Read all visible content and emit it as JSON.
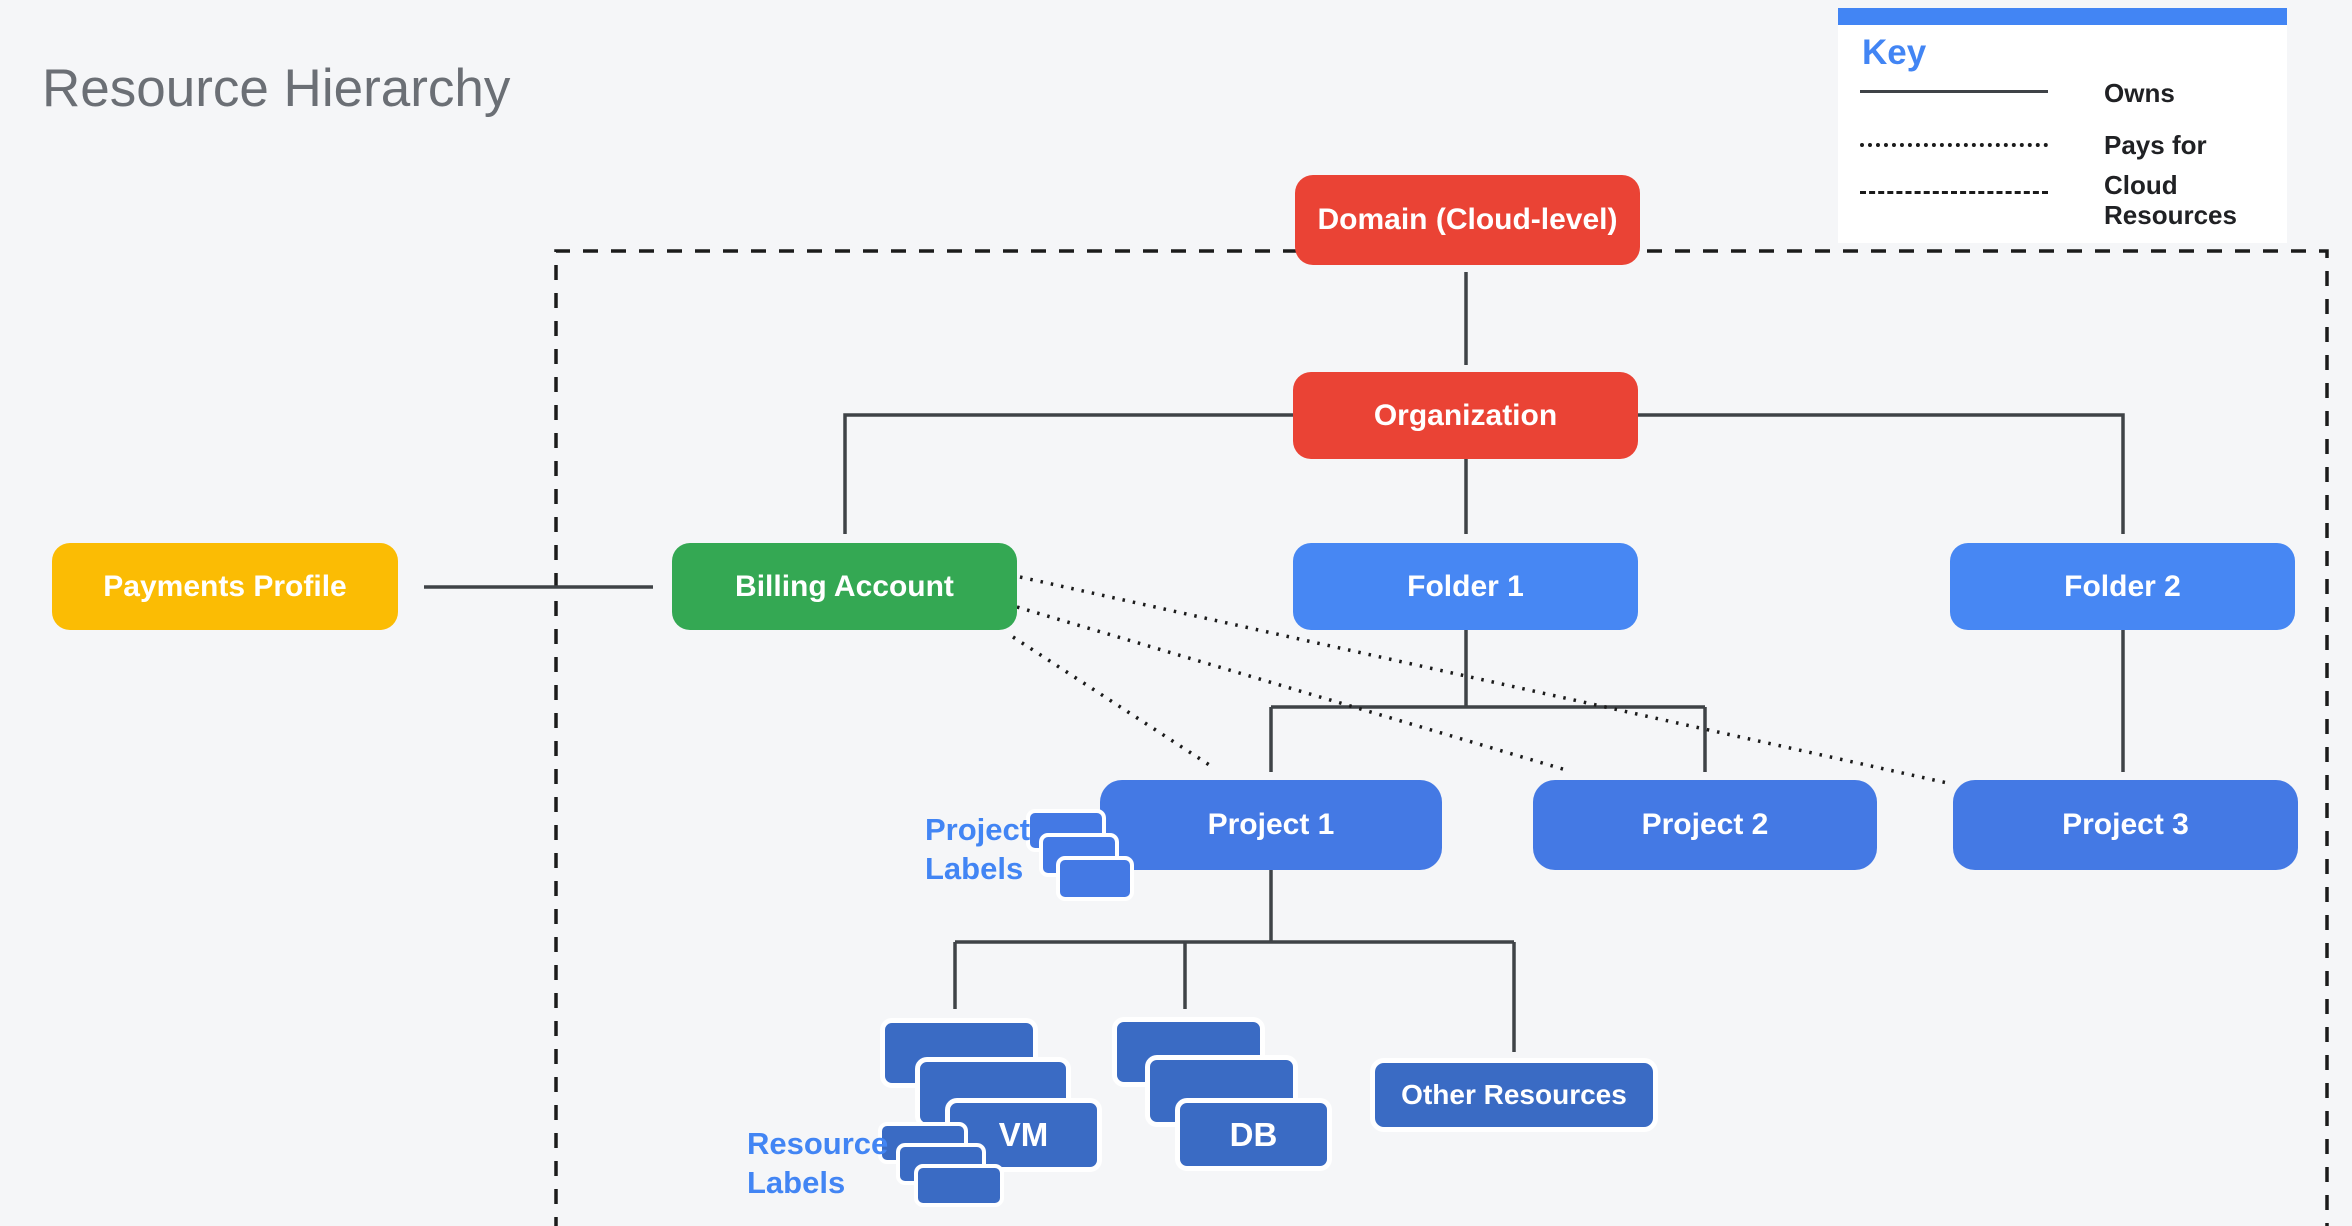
{
  "title": "Resource Hierarchy",
  "colors": {
    "bg": "#F5F6F8",
    "red": "#EA4335",
    "green": "#34A853",
    "yellow": "#FBBC04",
    "folder_blue": "#4787F3",
    "project_blue": "#4479E4",
    "resource_blue": "#3A6BC4",
    "label_blue": "#4285F4",
    "line_gray": "#3F4347",
    "line_black": "#1B1B1B",
    "title_gray": "#6B6F75",
    "legend_text": "#202124",
    "key_bar": "#4285F4"
  },
  "key": {
    "title": "Key",
    "items": [
      {
        "style": "solid",
        "label": "Owns"
      },
      {
        "style": "dotted",
        "label": "Pays for"
      },
      {
        "style": "dashed",
        "label": "Cloud Resources"
      }
    ]
  },
  "nodes": {
    "domain": "Domain (Cloud-level)",
    "organization": "Organization",
    "payments_profile": "Payments Profile",
    "billing_account": "Billing Account",
    "folder1": "Folder 1",
    "folder2": "Folder 2",
    "project1": "Project 1",
    "project2": "Project 2",
    "project3": "Project 3",
    "vm": "VM",
    "db": "DB",
    "other_resources": "Other Resources"
  },
  "annotations": {
    "project_labels": [
      "Project",
      "Labels"
    ],
    "resource_labels": [
      "Resource",
      "Labels"
    ]
  },
  "edges": [
    {
      "from": "Domain (Cloud-level)",
      "to": "Organization",
      "relation": "owns",
      "style": "double-arrow"
    },
    {
      "from": "Organization",
      "to": "Billing Account",
      "relation": "owns"
    },
    {
      "from": "Organization",
      "to": "Folder 1",
      "relation": "owns"
    },
    {
      "from": "Organization",
      "to": "Folder 2",
      "relation": "owns"
    },
    {
      "from": "Payments Profile",
      "to": "Billing Account",
      "relation": "owns",
      "style": "double-arrow"
    },
    {
      "from": "Folder 1",
      "to": "Project 1",
      "relation": "owns"
    },
    {
      "from": "Folder 1",
      "to": "Project 2",
      "relation": "owns"
    },
    {
      "from": "Folder 2",
      "to": "Project 3",
      "relation": "owns"
    },
    {
      "from": "Project 1",
      "to": "VM",
      "relation": "owns"
    },
    {
      "from": "Project 1",
      "to": "DB",
      "relation": "owns"
    },
    {
      "from": "Project 1",
      "to": "Other Resources",
      "relation": "owns"
    },
    {
      "from": "Billing Account",
      "to": "Project 1",
      "relation": "pays for"
    },
    {
      "from": "Billing Account",
      "to": "Project 2",
      "relation": "pays for"
    },
    {
      "from": "Billing Account",
      "to": "Project 3",
      "relation": "pays for"
    }
  ],
  "boundary": "Cloud Resources"
}
